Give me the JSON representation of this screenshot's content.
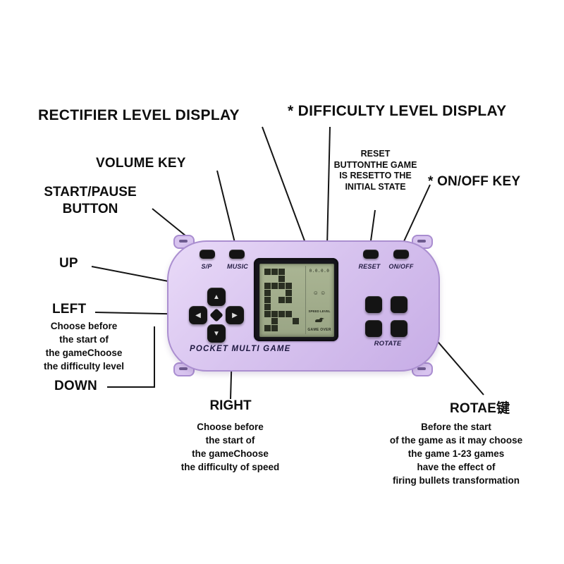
{
  "page": {
    "background": "#ffffff"
  },
  "annotations": {
    "rectifier": {
      "label": "RECTIFIER LEVEL DISPLAY"
    },
    "difficulty": {
      "label": "* DIFFICULTY LEVEL DISPLAY"
    },
    "volume": {
      "label": "VOLUME KEY"
    },
    "start_pause": {
      "lines": [
        "START/PAUSE",
        "BUTTON"
      ]
    },
    "reset": {
      "title": "RESET",
      "lines": [
        "BUTTONTHE GAME",
        "IS RESETTO THE",
        "INITIAL STATE"
      ]
    },
    "on_off": {
      "label": "* ON/OFF KEY"
    },
    "up": {
      "label": "UP"
    },
    "left": {
      "title": "LEFT",
      "lines": [
        "Choose before",
        "the start of",
        "the gameChoose",
        "the difficulty level"
      ]
    },
    "down": {
      "label": "DOWN"
    },
    "right": {
      "title": "RIGHT",
      "lines": [
        "Choose before",
        "the start of",
        "the gameChoose",
        "the difficulty of speed"
      ]
    },
    "rotate": {
      "title": "ROTAE键",
      "lines": [
        "Before the start",
        "of the game as it may choose",
        "the game 1-23 games",
        "have the effect of",
        "firing bullets transformation"
      ]
    }
  },
  "console": {
    "button_labels": {
      "sp": "S/P",
      "music": "MUSIC",
      "reset": "RESET",
      "on_off": "ON/OFF",
      "rotate": "ROTATE"
    },
    "brand": "POCKET MULTI GAME",
    "screen": {
      "score": "0.0.0.0",
      "players": "☺ ☺",
      "speed_label": "SPEED LEVEL",
      "game_over": "GAME OVER"
    },
    "colors": {
      "body": "#d8c4ef",
      "body_edge": "#ab8fd0",
      "lcd": "#a4af8e",
      "pixel": "#2a2f22"
    }
  }
}
